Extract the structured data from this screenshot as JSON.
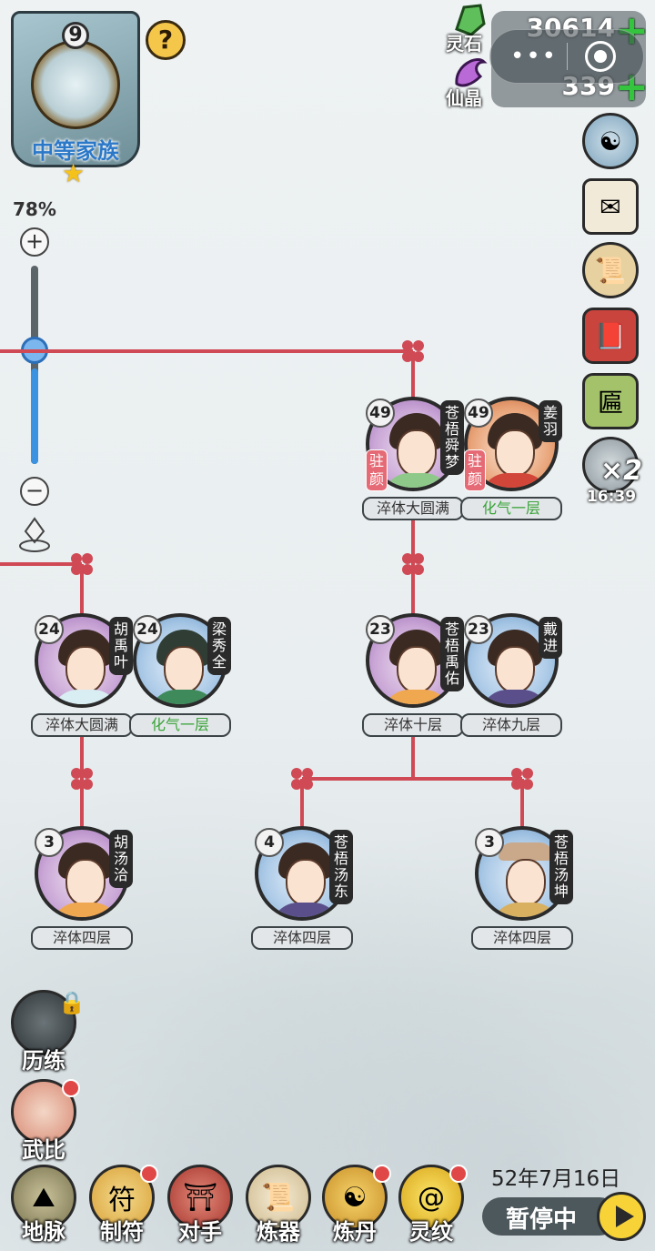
{
  "family": {
    "level": "9",
    "rank_name": "中等家族",
    "help_label": "?"
  },
  "currency": {
    "spirit_stone": {
      "label": "灵石",
      "value": "30614"
    },
    "immortal_crystal": {
      "label": "仙晶",
      "value": "339"
    },
    "plus": "+"
  },
  "capsule": {
    "dots": "•••"
  },
  "side": {
    "x2_label": "×2",
    "timer": "16:39"
  },
  "zoom": {
    "percent": "78%",
    "plus": "+",
    "minus": "−",
    "level": 0.78
  },
  "tree": {
    "gen1": [
      {
        "age": "49",
        "name": "苍梧舜梦",
        "realm": "淬体大圆满",
        "station": "驻颜",
        "gender": "female"
      },
      {
        "age": "49",
        "name": "姜羽",
        "realm": "化气一层",
        "station": "驻颜",
        "gender": "male"
      }
    ],
    "gen2_left": [
      {
        "age": "24",
        "name": "胡禹叶",
        "realm": "淬体大圆满",
        "gender": "female"
      },
      {
        "age": "24",
        "name": "梁秀全",
        "realm": "化气一层",
        "gender": "male"
      }
    ],
    "gen2_right": [
      {
        "age": "23",
        "name": "苍梧禹佑",
        "realm": "淬体十层",
        "gender": "female"
      },
      {
        "age": "23",
        "name": "戴进",
        "realm": "淬体九层",
        "gender": "male"
      }
    ],
    "gen3": [
      {
        "age": "3",
        "name": "胡汤洽",
        "realm": "淬体四层",
        "gender": "female"
      },
      {
        "age": "4",
        "name": "苍梧汤东",
        "realm": "淬体四层",
        "gender": "male"
      },
      {
        "age": "3",
        "name": "苍梧汤坤",
        "realm": "淬体四层",
        "gender": "male"
      }
    ]
  },
  "left_menu": [
    {
      "label": "历练",
      "locked": true
    },
    {
      "label": "武比",
      "badge": true
    }
  ],
  "bottom_nav": [
    {
      "label": "地脉"
    },
    {
      "label": "制符",
      "badge": true
    },
    {
      "label": "对手"
    },
    {
      "label": "炼器"
    },
    {
      "label": "炼丹",
      "badge": true
    },
    {
      "label": "灵纹",
      "badge": true
    }
  ],
  "status": {
    "date": "52年7月16日",
    "state": "暂停中"
  },
  "colors": {
    "tree_line": "#d04a55",
    "accent_blue": "#3a92e0",
    "realm_green": "#3aa43a"
  }
}
